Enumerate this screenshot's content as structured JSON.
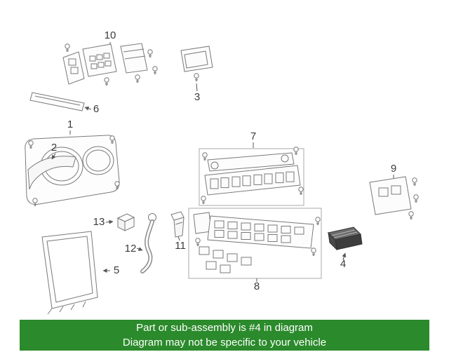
{
  "banner": {
    "line1": "Part or sub-assembly is #4 in diagram",
    "line2": "Diagram may not be specific to your vehicle",
    "bg_color": "#2b8a2b",
    "text_color": "#ffffff"
  },
  "diagram": {
    "highlighted_part": "4",
    "highlight_fill": "#4a4a4a",
    "line_color": "#7a7a7a",
    "labels": {
      "l1": "1",
      "l2": "2",
      "l3": "3",
      "l4": "4",
      "l5": "5",
      "l6": "6",
      "l7": "7",
      "l8": "8",
      "l9": "9",
      "l10": "10",
      "l11": "11",
      "l12": "12",
      "l13": "13"
    }
  }
}
